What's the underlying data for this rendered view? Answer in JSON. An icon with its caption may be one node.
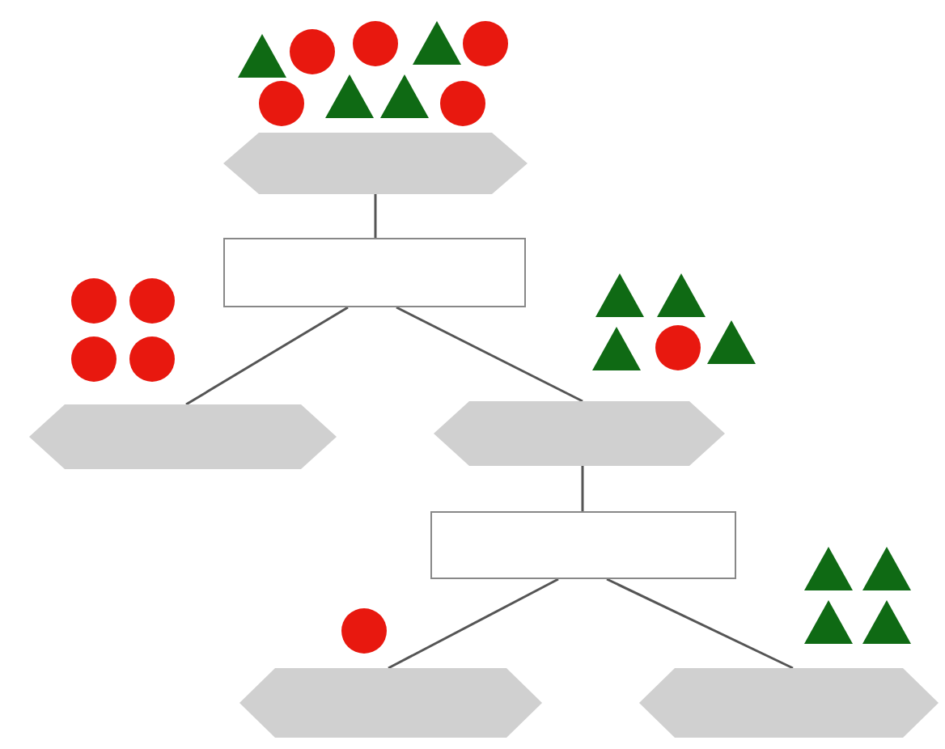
{
  "diagram": {
    "nodes": [
      {
        "text": [],
        "shape": "hexagon"
      },
      {
        "text": [],
        "shape": "box"
      },
      {
        "text": [],
        "shape": "hexagon"
      },
      {
        "text": [],
        "shape": "hexagon"
      },
      {
        "text": [],
        "shape": "box"
      },
      {
        "text": [],
        "shape": "hexagon"
      },
      {
        "text": [],
        "shape": "hexagon"
      }
    ],
    "edges": [
      {
        "from": 0,
        "to": 1,
        "arrow": "none"
      },
      {
        "from": 1,
        "to": 2,
        "arrow": "none"
      },
      {
        "from": 1,
        "to": 3,
        "arrow": "none"
      },
      {
        "from": 3,
        "to": 4,
        "arrow": "none"
      },
      {
        "from": 4,
        "to": 5,
        "arrow": "none"
      },
      {
        "from": 4,
        "to": 6,
        "arrow": "none"
      }
    ]
  }
}
